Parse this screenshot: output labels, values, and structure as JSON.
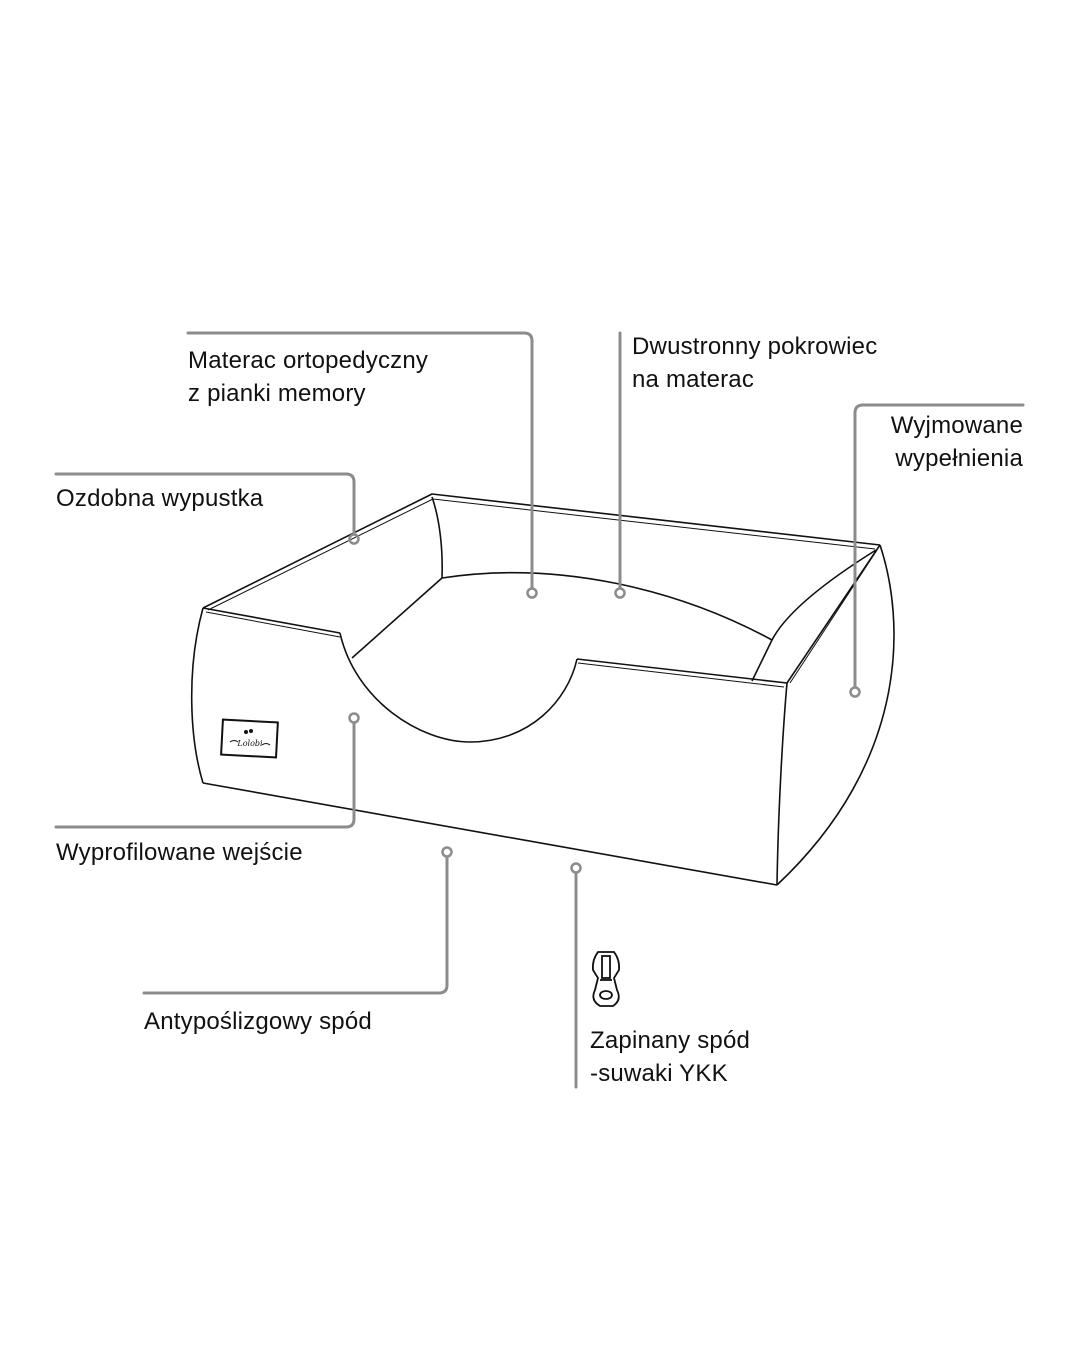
{
  "labels": {
    "mattress": [
      "Materac ortopedyczny",
      "z pianki memory"
    ],
    "cover": [
      "Dwustronny pokrowiec",
      "na materac"
    ],
    "fillings": [
      "Wyjmowane",
      "wypełnienia"
    ],
    "piping": "Ozdobna wypustka",
    "entrance": "Wyprofilowane wejście",
    "antislip": "Antypoślizgowy spód",
    "zipper": [
      "Zapinany spód",
      "-suwaki YKK"
    ]
  },
  "brand_logo_text": "Lolobi",
  "colors": {
    "callout": "#8c8c8c",
    "outline": "#111111"
  }
}
